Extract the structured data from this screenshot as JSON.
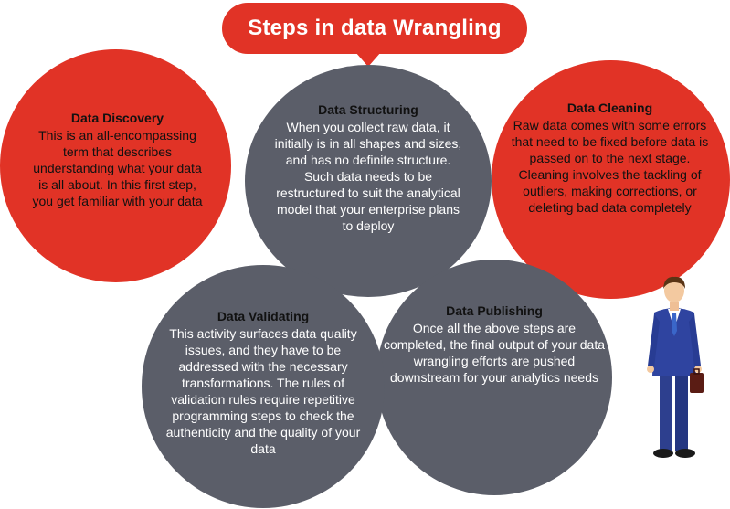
{
  "title": "Steps in data Wrangling",
  "steps": [
    {
      "heading": "Data Discovery",
      "text": "This is an all-encompassing term that describes understanding what your data is all about. In this first step, you get familiar with your data",
      "color": "#e13326"
    },
    {
      "heading": "Data Structuring",
      "text": "When you collect raw data, it initially is in all shapes and sizes, and has no definite structure. Such data needs to be restructured to suit the analytical model that your enterprise plans to deploy",
      "color": "#5b5e69"
    },
    {
      "heading": "Data Cleaning",
      "text": "Raw data comes with some errors that need to be fixed before data is passed on to the next stage. Cleaning involves the tackling of outliers, making corrections, or deleting bad data completely",
      "color": "#e13326"
    },
    {
      "heading": "Data Validating",
      "text": "This activity surfaces data quality issues, and they have to be addressed with the necessary transformations. The rules of validation rules require repetitive programming steps to check the authenticity and the quality of your data",
      "color": "#5b5e69"
    },
    {
      "heading": "Data Publishing",
      "text": "Once all the above steps are completed, the final output of your data wrangling efforts are pushed downstream for your analytics needs",
      "color": "#5b5e69"
    }
  ],
  "illustration": "businessman-with-briefcase-icon"
}
